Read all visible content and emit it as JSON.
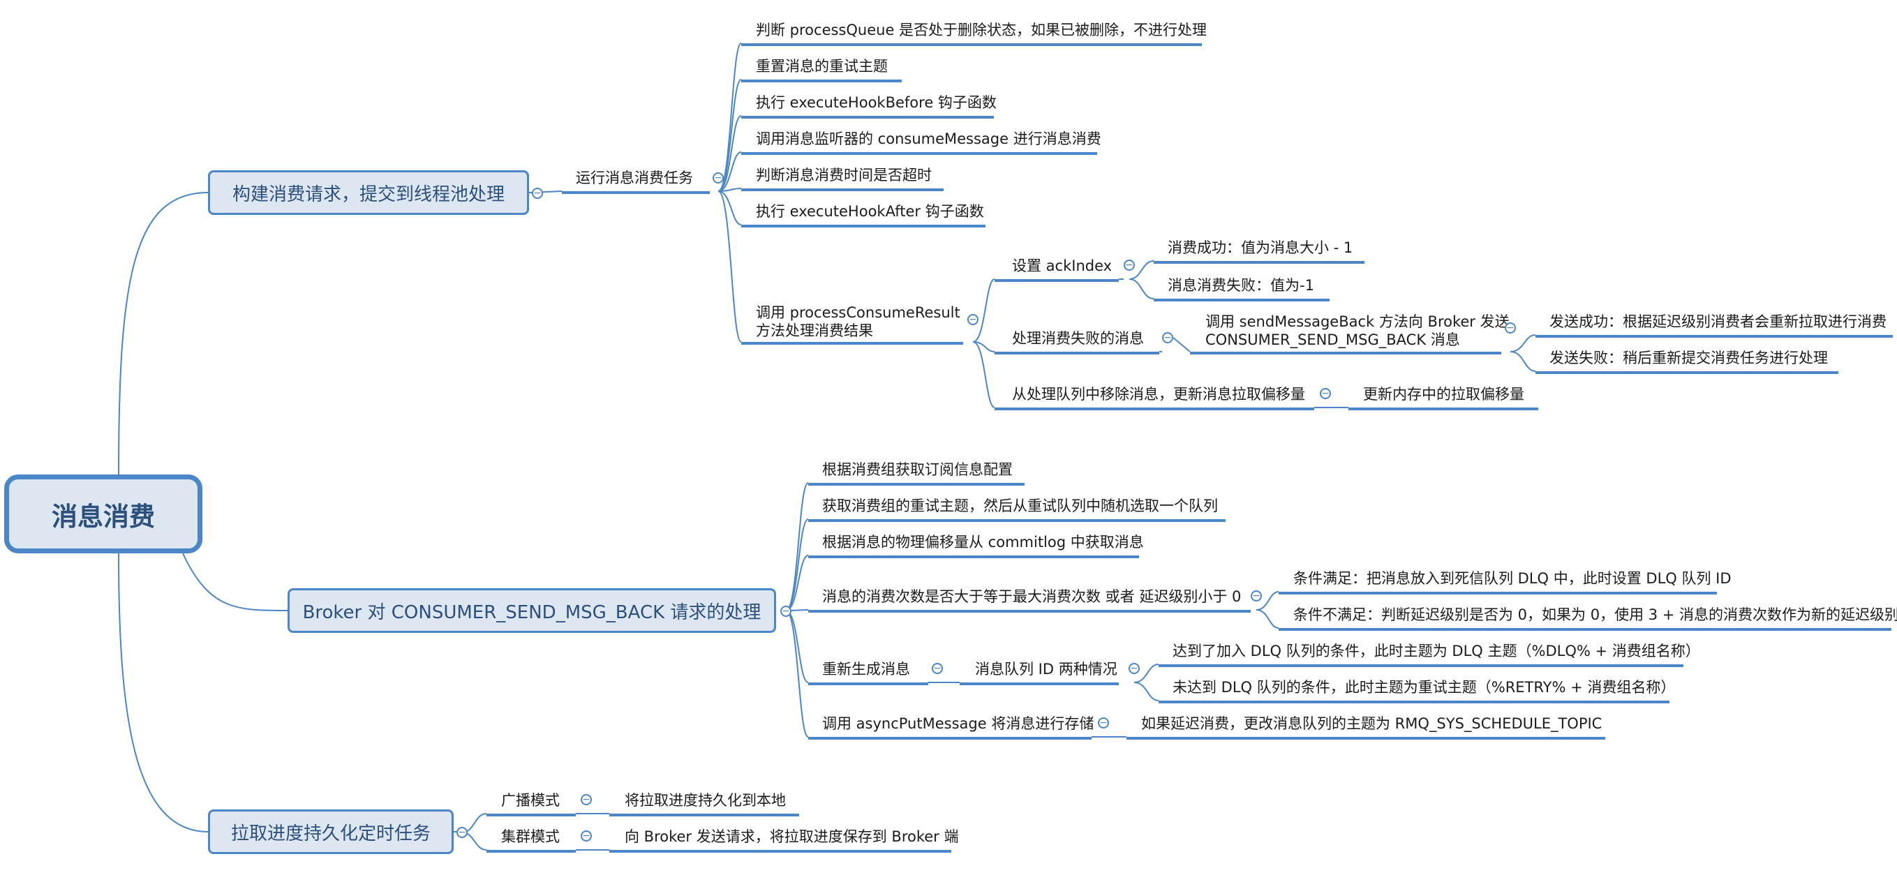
{
  "diagram": {
    "root": "消息消费",
    "topics": [
      {
        "title": "构建消费请求，提交到线程池处理",
        "children": [
          {
            "label": "运行消息消费任务",
            "children": [
              "判断 processQueue 是否处于删除状态，如果已被删除，不进行处理",
              "重置消息的重试主题",
              "执行 executeHookBefore 钩子函数",
              "调用消息监听器的 consumeMessage 进行消息消费",
              "判断消息消费时间是否超时",
              "执行 executeHookAfter 钩子函数",
              {
                "line1": "调用 processConsumeResult",
                "line2": "方法处理消费结果",
                "children": [
                  {
                    "label": "设置 ackIndex",
                    "children": [
                      "消费成功：值为消息大小 - 1",
                      "消息消费失败：值为-1"
                    ]
                  },
                  {
                    "label": "处理消费失败的消息",
                    "children": [
                      {
                        "line1": "调用 sendMessageBack 方法向 Broker 发送",
                        "line2": "CONSUMER_SEND_MSG_BACK 消息",
                        "children": [
                          "发送成功：根据延迟级别消费者会重新拉取进行消费",
                          "发送失败：稍后重新提交消费任务进行处理"
                        ]
                      }
                    ]
                  },
                  {
                    "label": "从处理队列中移除消息，更新消息拉取偏移量",
                    "children": [
                      "更新内存中的拉取偏移量"
                    ]
                  }
                ]
              }
            ]
          }
        ]
      },
      {
        "title": "Broker 对 CONSUMER_SEND_MSG_BACK 请求的处理",
        "children": [
          "根据消费组获取订阅信息配置",
          "获取消费组的重试主题，然后从重试队列中随机选取一个队列",
          "根据消息的物理偏移量从 commitlog 中获取消息",
          {
            "label": "消息的消费次数是否大于等于最大消费次数 或者 延迟级别小于 0",
            "children": [
              "条件满足：把消息放入到死信队列 DLQ 中，此时设置 DLQ 队列 ID",
              "条件不满足：判断延迟级别是否为 0，如果为 0，使用 3 + 消息的消费次数作为新的延迟级别"
            ]
          },
          {
            "label": "重新生成消息",
            "children": [
              {
                "label": "消息队列 ID 两种情况",
                "children": [
                  "达到了加入 DLQ 队列的条件，此时主题为 DLQ 主题（%DLQ% + 消费组名称）",
                  "未达到 DLQ 队列的条件，此时主题为重试主题（%RETRY% + 消费组名称）"
                ]
              }
            ]
          },
          {
            "label": "调用 asyncPutMessage 将消息进行存储",
            "children": [
              "如果延迟消费，更改消息队列的主题为 RMQ_SYS_SCHEDULE_TOPIC"
            ]
          }
        ]
      },
      {
        "title": "拉取进度持久化定时任务",
        "children": [
          {
            "label": "广播模式",
            "children": [
              "将拉取进度持久化到本地"
            ]
          },
          {
            "label": "集群模式",
            "children": [
              "向 Broker 发送请求，将拉取进度保存到 Broker 端"
            ]
          }
        ]
      }
    ]
  },
  "toggle_glyph": "−",
  "colors": {
    "line": "#4a86c8",
    "fill": "#dde7f2",
    "text": "#2c4f7c"
  }
}
